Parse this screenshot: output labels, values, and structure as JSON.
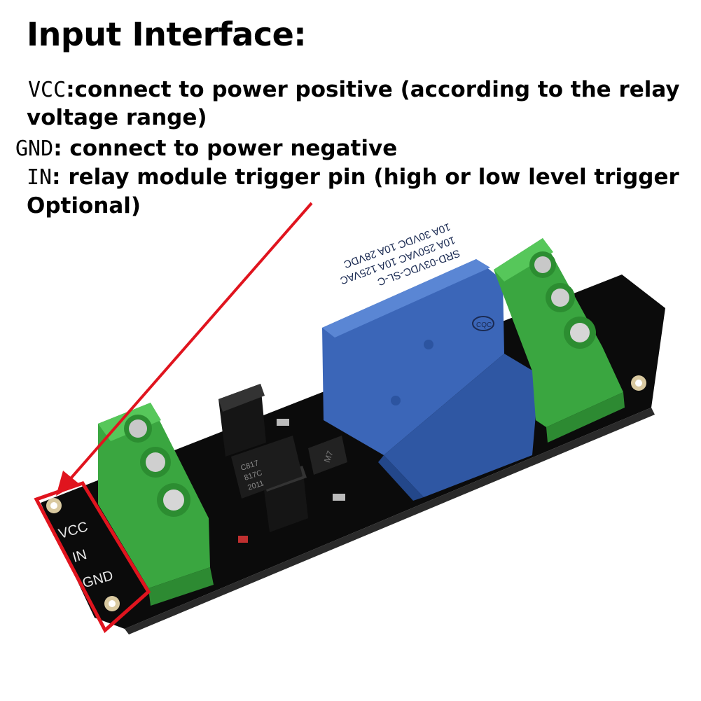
{
  "heading": "Input Interface:",
  "pins": [
    {
      "term": "VCC",
      "desc": ":connect to power positive (according to the relay",
      "cont": "voltage range)"
    },
    {
      "term": "GND",
      "desc": ": connect to power negative"
    },
    {
      "term": "IN",
      "desc": ": relay module trigger pin (high or low level trigger",
      "cont": "Optional)"
    }
  ],
  "board": {
    "pin_labels": [
      "VCC",
      "IN",
      "GND"
    ],
    "relay_lines": [
      "SRD-03VDC-SL-C",
      "10A 250VAC 10A 125VAC",
      "10A 30VDC 10A 28VDC"
    ],
    "relay_logo": "CQC",
    "optocoupler_lines": [
      "C817",
      "817C",
      "2011"
    ],
    "diode_mark": "M7"
  },
  "colors": {
    "highlight": "#e0141e",
    "pcb": "#0d0d0d",
    "terminal": "#3fb044",
    "relay": "#3b66b8"
  }
}
